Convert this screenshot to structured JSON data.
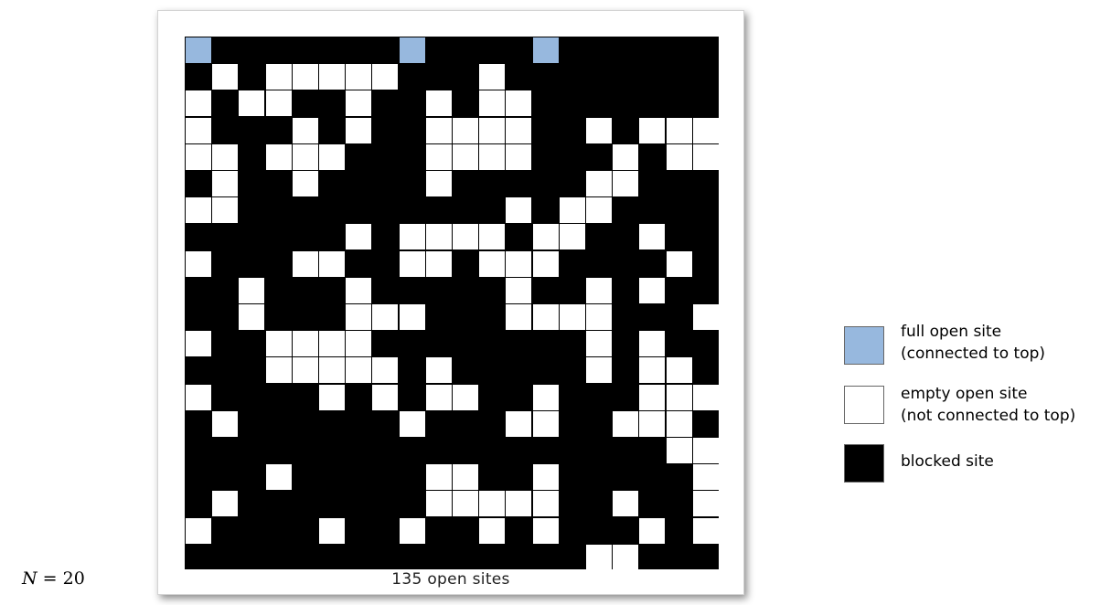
{
  "colors": {
    "full": "#97b8de",
    "empty": "#ffffff",
    "blocked": "#000000"
  },
  "grid": {
    "n": 20,
    "rows": [
      "F.......F....F......",
      ".O.OOOOO...O........",
      "O.OO..O..O.OO.......",
      "O...O.O..OOOO..O.OOO",
      "OO.OOO...OOOO...O.OO",
      ".O..O....O.....OO...",
      "OO..........O.OO....",
      "......O.OOOO.OO..O..",
      "O...OO..OO.OOO....O.",
      "..O...O.....O..O.O..",
      "..O...OOO...OOOO...O",
      "O..OOOO........O.O..",
      "...OOOOO.O.....O.OO.",
      "O....O.O.OO..O...OOO",
      ".O......O...OO..OOO.",
      "..................OO.",
      "...O.....OO..O.....O",
      ".O.......OOOOO..O..O",
      "O....O..O..O.O...O.O",
      "...............OO..."
    ]
  },
  "status": {
    "open_sites": "135 open sites"
  },
  "n_label": {
    "var": "N",
    "rest": " = 20"
  },
  "legend": [
    {
      "key": "full",
      "line1": "full open site",
      "line2": "(connected to top)"
    },
    {
      "key": "empty",
      "line1": "empty open site",
      "line2": "(not connected to top)"
    },
    {
      "key": "blocked",
      "line1": "blocked site",
      "line2": ""
    }
  ]
}
